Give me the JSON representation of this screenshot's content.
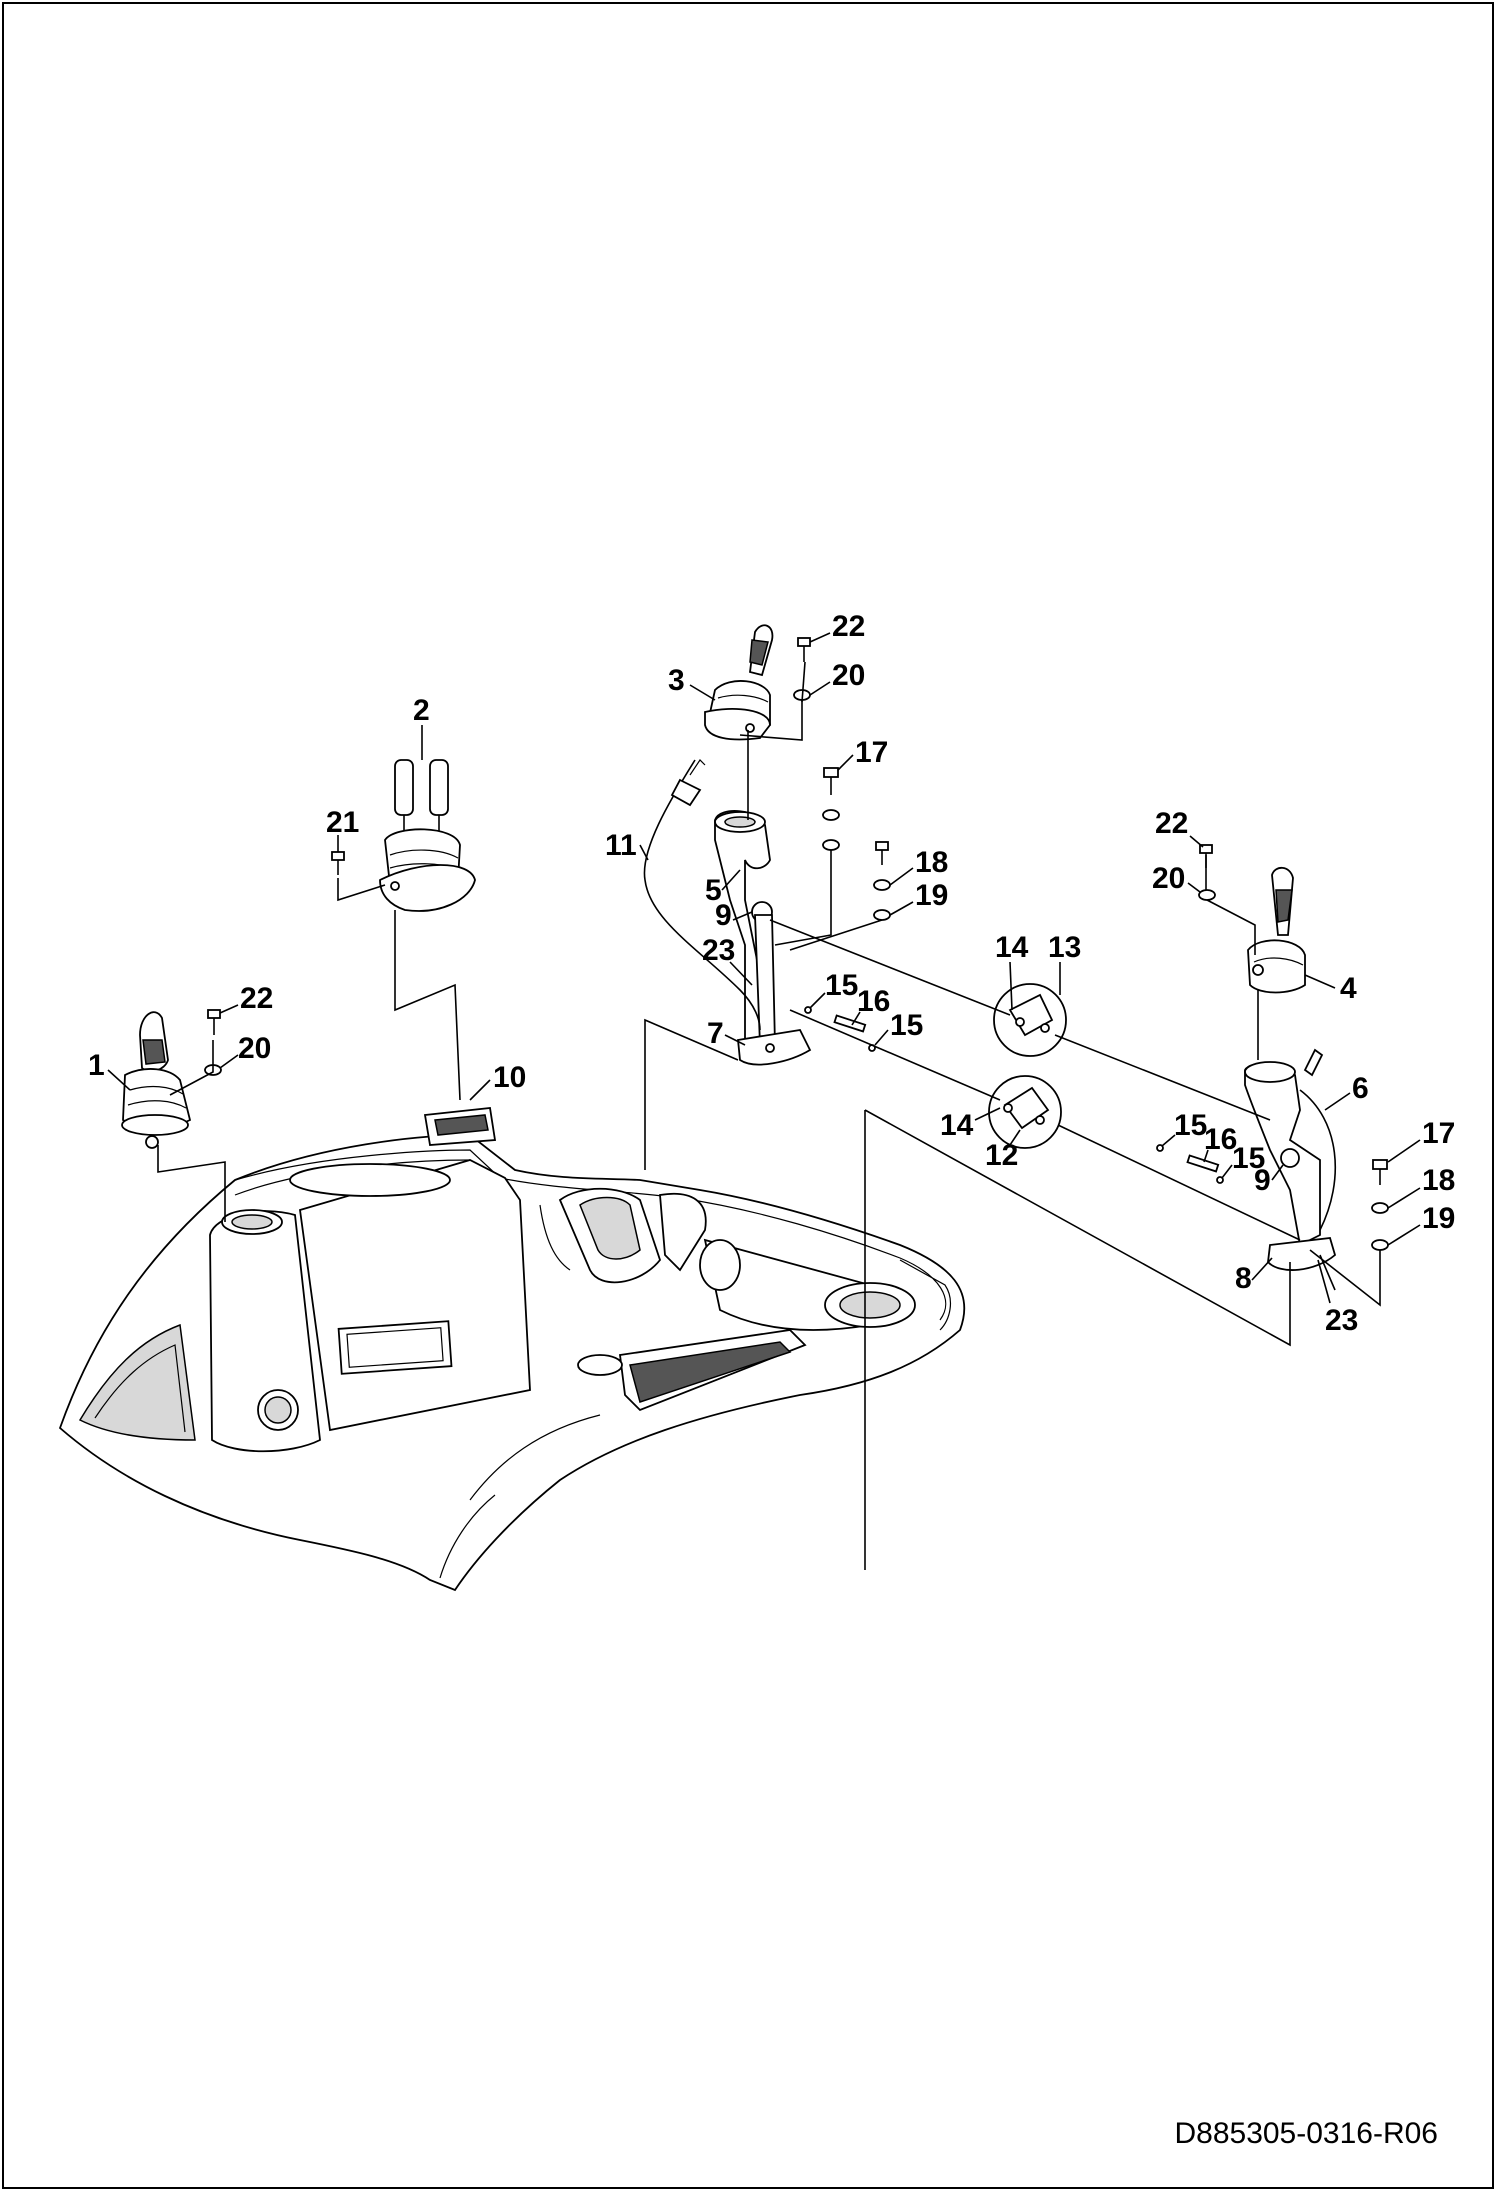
{
  "document_id": "D885305-0316-R06",
  "callouts": [
    {
      "id": "c1",
      "label": "1"
    },
    {
      "id": "c2",
      "label": "2"
    },
    {
      "id": "c3",
      "label": "3"
    },
    {
      "id": "c4",
      "label": "4"
    },
    {
      "id": "c5",
      "label": "5"
    },
    {
      "id": "c6",
      "label": "6"
    },
    {
      "id": "c7",
      "label": "7"
    },
    {
      "id": "c8",
      "label": "8"
    },
    {
      "id": "c9a",
      "label": "9"
    },
    {
      "id": "c9b",
      "label": "9"
    },
    {
      "id": "c10",
      "label": "10"
    },
    {
      "id": "c11",
      "label": "11"
    },
    {
      "id": "c12",
      "label": "12"
    },
    {
      "id": "c13",
      "label": "13"
    },
    {
      "id": "c14a",
      "label": "14"
    },
    {
      "id": "c14b",
      "label": "14"
    },
    {
      "id": "c15a",
      "label": "15"
    },
    {
      "id": "c15b",
      "label": "15"
    },
    {
      "id": "c15c",
      "label": "15"
    },
    {
      "id": "c15d",
      "label": "15"
    },
    {
      "id": "c16a",
      "label": "16"
    },
    {
      "id": "c16b",
      "label": "16"
    },
    {
      "id": "c17a",
      "label": "17"
    },
    {
      "id": "c17b",
      "label": "17"
    },
    {
      "id": "c18a",
      "label": "18"
    },
    {
      "id": "c18b",
      "label": "18"
    },
    {
      "id": "c19a",
      "label": "19"
    },
    {
      "id": "c19b",
      "label": "19"
    },
    {
      "id": "c20a",
      "label": "20"
    },
    {
      "id": "c20b",
      "label": "20"
    },
    {
      "id": "c20c",
      "label": "20"
    },
    {
      "id": "c21",
      "label": "21"
    },
    {
      "id": "c22a",
      "label": "22"
    },
    {
      "id": "c22b",
      "label": "22"
    },
    {
      "id": "c22c",
      "label": "22"
    },
    {
      "id": "c23a",
      "label": "23"
    },
    {
      "id": "c23b",
      "label": "23"
    }
  ]
}
